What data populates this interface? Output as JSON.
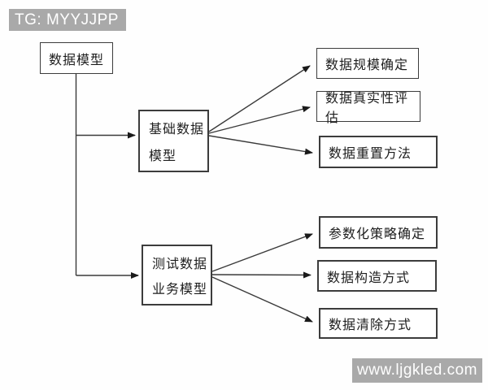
{
  "badges": {
    "top": "TG: MYYJJPP",
    "bottom": "www.ljgkled.com"
  },
  "diagram": {
    "root": {
      "label": "数据模型"
    },
    "branches": [
      {
        "line1": "基础数据",
        "line2": "模型"
      },
      {
        "line1": "测试数据",
        "line2": "业务模型"
      }
    ],
    "leaves_top": [
      "数据规模确定",
      "数据真实性评估",
      "数据重置方法"
    ],
    "leaves_bottom": [
      "参数化策略确定",
      "数据构造方式",
      "数据清除方式"
    ]
  },
  "colors": {
    "badge_bg": "#a9a9a9",
    "badge_text": "#ffffff",
    "box_border": "#3c3c3c",
    "connector": "#3a3a3a",
    "text": "#1d1d1d",
    "background": "#fefefe"
  }
}
